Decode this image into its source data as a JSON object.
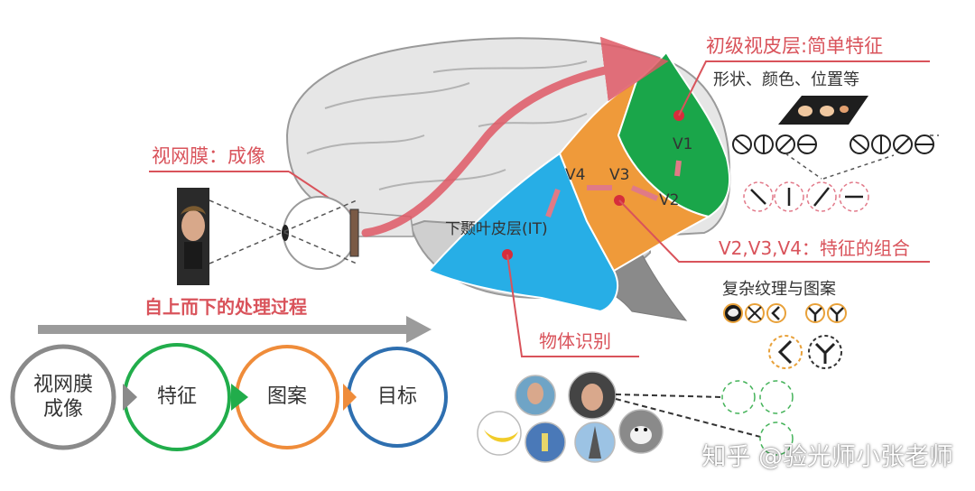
{
  "labels": {
    "primary_title": "初级视皮层:简单特征",
    "primary_sub": "形状、颜色、位置等",
    "retina": "视网膜：成像",
    "it": "下颞叶皮层(IT)",
    "v1": "V1",
    "v2": "V2",
    "v3": "V3",
    "v4": "V4",
    "combo": "V2,V3,V4：特征的组合",
    "complex": "复杂纹理与图案",
    "object": "物体识别",
    "topdown": "自上而下的处理过程"
  },
  "pipeline": {
    "stage1": "视网膜\n成像",
    "stage2": "特征",
    "stage3": "图案",
    "stage4": "目标"
  },
  "watermark": "知乎 @验光师小张老师",
  "colors": {
    "v1_green": "#1aa64a",
    "v234_orange": "#ef9a3a",
    "it_blue": "#27aee6",
    "accent_red": "#d9535b",
    "pipeline_gray": "#8a8a8a",
    "pipeline_green": "#21ad4b",
    "pipeline_orange": "#ef8c3a",
    "pipeline_blue": "#2e6fb0"
  }
}
